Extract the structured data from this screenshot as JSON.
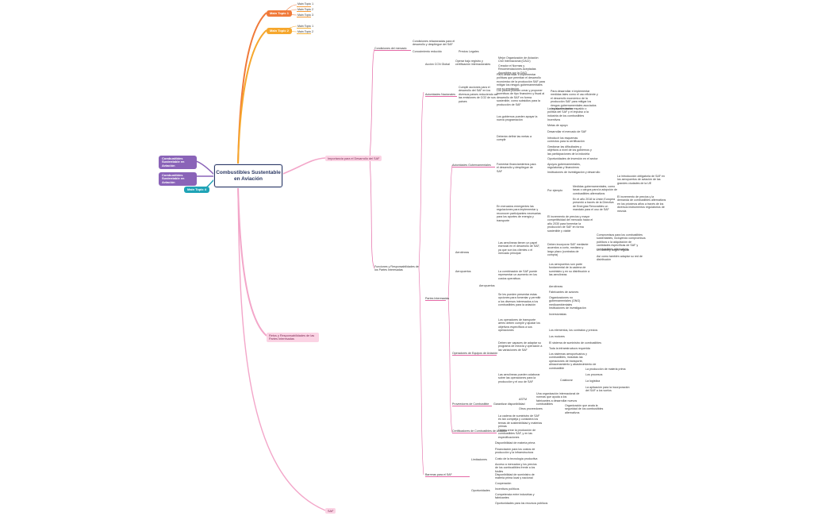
{
  "root": {
    "title": "Combustibles Sustentable en Aviación"
  },
  "left_topics": [
    {
      "label": "Combustibles Sustentable en Aviación",
      "color": "#8a63b8"
    },
    {
      "label": "Combustibles Sustentable en Aviación",
      "color": "#8a63b8"
    },
    {
      "label": "Main Topic 4",
      "color": "#1fa3b6"
    }
  ],
  "main_topics": {
    "mt1": {
      "label": "Main Topic 1",
      "subs": [
        "Main Topic 1",
        "Main Topic 2",
        "Main Topic 3"
      ]
    },
    "mt2": {
      "label": "Main Topic 2",
      "subs": [
        "Main Topic 1",
        "Main Topic 2"
      ]
    },
    "importancia": "Importancia para el Desarrollo del SAF",
    "retos": "Retos y Responsabilidades de las Partes Interesadas",
    "saf_bottom": "SAF"
  },
  "branches": {
    "condiciones_mercado": "Condiciones del mercado",
    "cm_children": [
      "Condiciones relacionadas para el desarrollo y despliegue del SAF",
      "Conocimiento reducido"
    ],
    "cm_leaf": "Precios Legales",
    "funciones": "Funciones y Responsabilidades de los Partes Interesadas",
    "accion_ccn": "Acción CCN Global",
    "accion_a": "Operar bajo registro y certificación internacionales",
    "accion_leaves": [
      "Mejor Organización de Aviación Civil Internacional (OACI)",
      "Creador el Normas y Recomendaciones Aceptadas Asumibles por la OACI"
    ],
    "autoridades": "Autoridades Nacionales",
    "autoridades_a": "Cumplir acciones para el desarrollo del SAF en los diversos países reduciendo así las emisiones de CO2 de sus países",
    "autoridades_b": [
      "Para desarrollar e implementar políticas que permitan el desarrollo económico de la producción SAF para mitigar los riesgos gubernamentales con su emulación",
      "Los países pueden crear y proponer incentivos de tipo financiero y fiscal al desarrollo de SAF en forma sostenible, como subsidios para la producción de SAF"
    ],
    "autoridades_c": [
      "Para desarrollar e implementar medidas tales como el uso eficiente y el desarrollo económico de la producción SAF para mitigar los riesgos gubernamentales asociados con su emulación"
    ],
    "autoridades_gub": "Autoridades Gubernamentales",
    "ag_children": [
      "Los gobiernos pueden apoyar la nueva programación",
      "Deberán definir las metas a cumplir",
      "Fomentar financiamientos para el desarrollo y despliegue de SAF",
      "En mercados emergentes las regulaciones para implementar y reconocer participantes necesarias para los aportes de energía y transporte"
    ],
    "ag_leaves_1": [
      "La legislación como respaldo o política del SAF y el impulso a la industria de los combustibles",
      "Incentivos",
      "Metas de apoyo"
    ],
    "ag_leaves_2": [
      "Desarrollar el mercado de SAF",
      "Introducir los esquemas correctos para la certificación",
      "Gestionar las dificultades y objetivos a nivel de los gobiernos y las participaciones de la industria"
    ],
    "ag_leaves_3": [
      "Oportunidades de inversión en el sector",
      "Apoyos gubernamentales, regulatorias y financieros",
      "Instituciones de investigación y desarrollo"
    ],
    "ag_leaves_4": [
      "Por ejemplo",
      "El incremento de precios y mayor competitividad del mercado hacia el año 2030 para fomentar la producción de SAF en forma sostenible y viable"
    ],
    "ag_leaves_4a": [
      "Medidas gubernamentales, como tasas o cargos para la adopción de combustibles alternativos",
      "En el año 2018 la Unión Europea presentó a través de la Directiva de Energías Renovables un mandato para el uso de SAF"
    ],
    "ag_leaves_4b": [
      "La introducción obligatoria de SAF en los aeropuertos de aviación de las grandes ciudades de la UE",
      "El incremento de precios y la demanda de combustibles alternativos en los próximos años a través de los diversos instrumentos regulatorios de mezcla"
    ],
    "partes_interesadas": "Partes Interesadas",
    "aerolineas": "Aerolíneas",
    "aerolineas_a": "Las aerolíneas tienen un papel esencial en el desarrollo de SAF, ya que son los clientes o el mercado principal",
    "aerolineas_b": "Deben incorporar SAF mediante acuerdos a corto, mediano y largo plazo (contratos de compra)",
    "aerolineas_leaves": [
      "Compromisos para los combustibles sustentables, incluyendo compromisos públicos o la adquisición de cantidades específicas de SAF y combustibles alternativos",
      "Un delivery origen regular",
      "Así como también adaptar su red de distribución"
    ],
    "aeropuertos": "Aeropuertos",
    "aeropuertos_a": [
      "La combinación de SAF puede representar un aumento en los costos operativos",
      "Se les pueden presentar estas opciones para fomentar y permitir a los diversos interesados a los combustibles para la aviación"
    ],
    "aeropuertos_leaves": [
      "Los aeropuertos son parte fundamental de la cadena de suministro y en su distribución a las aerolíneas",
      "Aerolíneas",
      "Fabricantes de aviones",
      "Organizaciones no gubernamentales (ONG) medioambientales",
      "Instituciones de investigación",
      "Inversionistas"
    ],
    "operadores": "Operadores de Equipos de Aviación",
    "operadores_a": [
      "Los operadores de transporte aéreo deben cumplir y ajustar los objetivos específicos a sus operaciones",
      "Deben ser capaces de adaptar su programa de mezcla y operación a las variaciones de SAF",
      "Las aerolíneas pueden colaborar sobre las operaciones para la producción y el uso de SAF"
    ],
    "operadores_leaves": [
      "Los elementos, los contratos y precios",
      "Los motores",
      "El sistema de suministro de combustibles",
      "Toda la infraestructura requerida",
      "Los sistemas aeroportuarios y combustibles, incluidas las operaciones de transporte, almacenamiento y abastecimiento de combustible"
    ],
    "operadores_sub": "Colaborar",
    "operadores_subleaves": [
      "La producción de materia prima",
      "Los procesos",
      "La logística",
      "La aplicación para la incorporación del SAF a los vuelos"
    ],
    "proveedores": "Proveedores de Combustible",
    "prov_a": "Garantizar disponibilidad",
    "prov_b": [
      "ASTM",
      "Otros proveedores",
      "Una organización internacional de normas que ayuda a los fabricantes a desarrollar nuevos combustibles",
      "Organización que avala la seguridad de los combustibles alternativos"
    ],
    "certificadores": "Certificadores de Combustibles de Aviación",
    "cert_leaves": [
      "La cadena de suministro de SAF es tan compleja y considera los temas de sostenibilidad y materias primas",
      "Deben crear la producción de combustibles SAF, y en las especificaciones"
    ],
    "barreras": "Barreras para el SAF",
    "barreras_a": "Limitaciones",
    "barreras_a_leaves": [
      "Disponibilidad de materia prima",
      "Financiación para los costos de producción y la infraestructura",
      "Costo de la tecnología productiva",
      "Acceso a mercados y los precios de los combustibles frente a los fósiles",
      "Disponibilidad de suministro de materia prima local y nacional"
    ],
    "barreras_b": "Oportunidades",
    "barreras_b_leaves": [
      "Cooperación",
      "Incentivos políticos",
      "Competencia entre industrias y fabricantes",
      "Oportunidades para los recursos públicos"
    ]
  }
}
